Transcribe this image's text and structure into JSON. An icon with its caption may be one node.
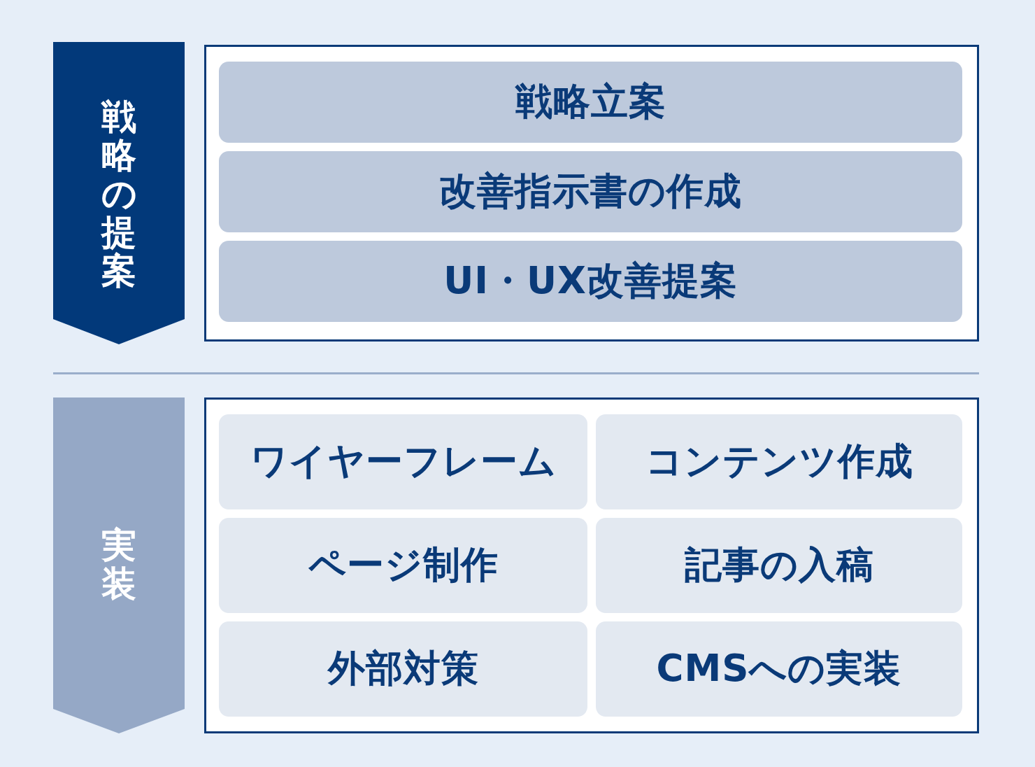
{
  "diagram": {
    "nodes": [
      {
        "text": [
          "戦略の提案"
        ]
      },
      {
        "text": [],
        "shape": "box"
      },
      {
        "text": [
          "戦略立案"
        ],
        "in": 1
      },
      {
        "text": [
          "改善指示書の作成"
        ],
        "in": 1
      },
      {
        "text": [
          "UI・UX改善提案"
        ],
        "in": 1
      },
      {
        "text": [
          "実装"
        ]
      },
      {
        "text": [],
        "shape": "box"
      },
      {
        "text": [
          "ワイヤーフレーム"
        ],
        "in": 6
      },
      {
        "text": [
          "コンテンツ作成"
        ],
        "in": 6
      },
      {
        "text": [
          "ページ制作"
        ],
        "in": 6
      },
      {
        "text": [
          "記事の入稿"
        ],
        "in": 6
      },
      {
        "text": [
          "外部対策"
        ],
        "in": 6
      },
      {
        "text": [
          "CMSへの実装"
        ],
        "in": 6
      }
    ]
  }
}
